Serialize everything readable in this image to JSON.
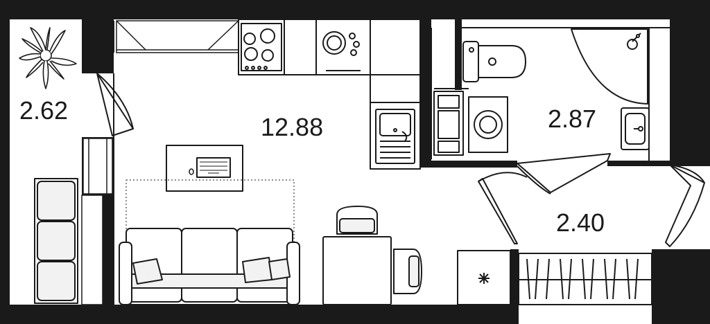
{
  "plan": {
    "rooms": [
      {
        "id": "hall",
        "area": "2.62"
      },
      {
        "id": "living-kitchen",
        "area": "12.88"
      },
      {
        "id": "bathroom",
        "area": "2.87"
      },
      {
        "id": "balcony",
        "area": "2.40"
      }
    ],
    "colors": {
      "wall": "#1a1a1a",
      "fill": "#ffffff",
      "soft": "#f2f2f2"
    }
  }
}
